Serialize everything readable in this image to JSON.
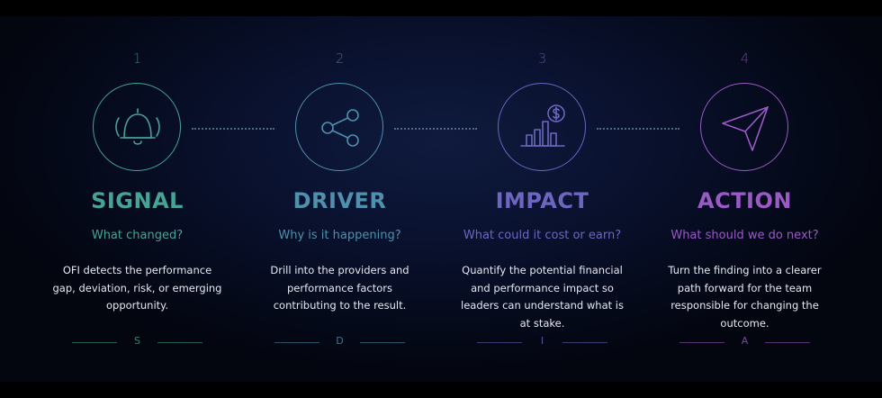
{
  "steps": [
    {
      "number": "1",
      "title": "SIGNAL",
      "question": "What changed?",
      "description": "OFI detects the performance gap, deviation, risk, or emerging opportunity.",
      "letter": "S",
      "icon": "bell-icon",
      "color": "#46a395"
    },
    {
      "number": "2",
      "title": "DRIVER",
      "question": "Why is it happening?",
      "description": "Drill into the providers and performance factors contributing to the result.",
      "letter": "D",
      "icon": "share-nodes-icon",
      "color": "#4f90ac"
    },
    {
      "number": "3",
      "title": "IMPACT",
      "question": "What could it cost or earn?",
      "description": "Quantify the potential financial and performance impact so leaders can understand what is at stake.",
      "letter": "I",
      "icon": "bar-chart-dollar-icon",
      "color": "#6d66bf"
    },
    {
      "number": "4",
      "title": "ACTION",
      "question": "What should we do next?",
      "description": "Turn the finding into a clearer path forward for the team responsible for changing the outcome.",
      "letter": "A",
      "icon": "paper-plane-icon",
      "color": "#9a5ac4"
    }
  ]
}
